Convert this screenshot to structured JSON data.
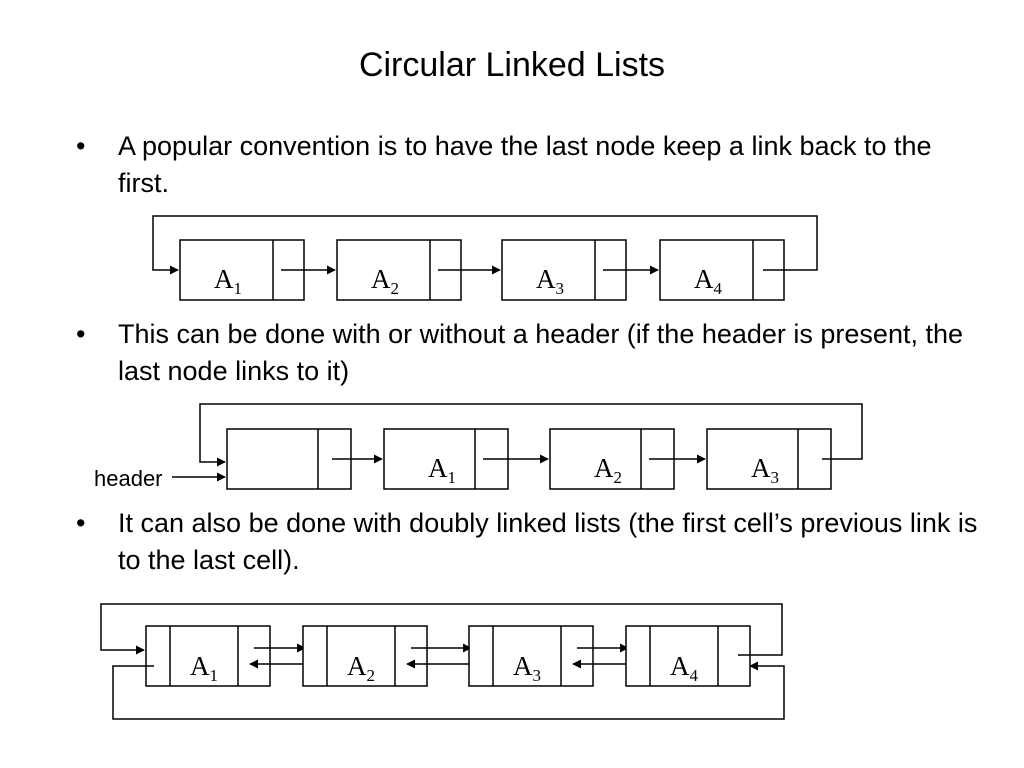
{
  "slide": {
    "title": "Circular Linked Lists",
    "bullets": [
      {
        "marker": "•",
        "text": "A popular convention is to have the last node keep a link back to the first."
      },
      {
        "marker": "•",
        "text": "This can be done with or without a header (if the header is present, the last node links to it)"
      },
      {
        "marker": "•",
        "text": "It can also be done with doubly linked lists (the first cell’s previous link is to the last cell)."
      }
    ]
  },
  "diagrams": {
    "singly": {
      "nodes": [
        {
          "base": "A",
          "sub": "1"
        },
        {
          "base": "A",
          "sub": "2"
        },
        {
          "base": "A",
          "sub": "3"
        },
        {
          "base": "A",
          "sub": "4"
        }
      ]
    },
    "with_header": {
      "header_label": "header",
      "nodes": [
        {
          "base": "A",
          "sub": "1"
        },
        {
          "base": "A",
          "sub": "2"
        },
        {
          "base": "A",
          "sub": "3"
        }
      ]
    },
    "doubly": {
      "nodes": [
        {
          "base": "A",
          "sub": "1"
        },
        {
          "base": "A",
          "sub": "2"
        },
        {
          "base": "A",
          "sub": "3"
        },
        {
          "base": "A",
          "sub": "4"
        }
      ]
    }
  }
}
